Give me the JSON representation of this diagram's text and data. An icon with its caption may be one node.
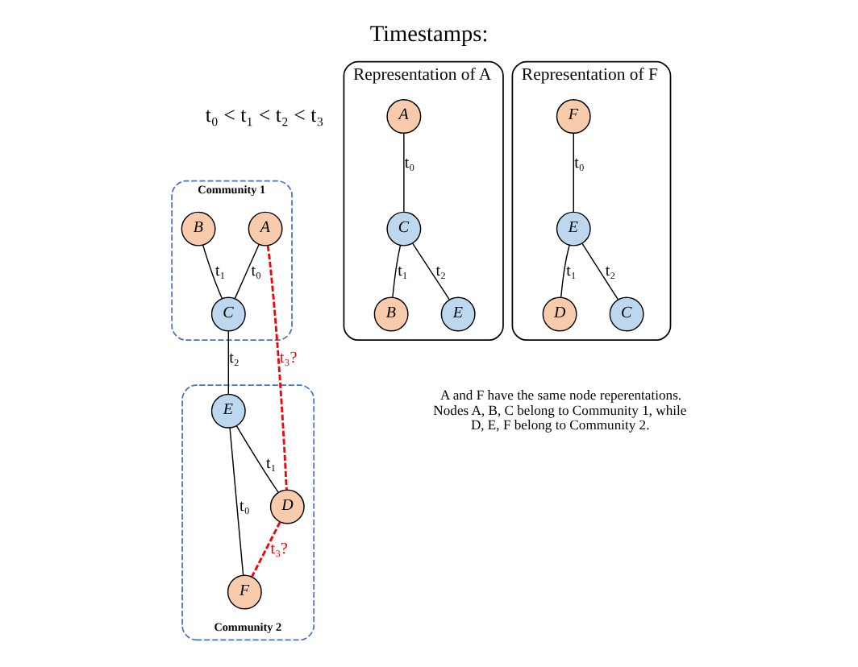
{
  "diagram": {
    "title": "Timestamps:",
    "nodes": [
      {
        "text": [
          "Community 1"
        ]
      },
      {
        "text": [
          "A"
        ],
        "in": 0
      },
      {
        "text": [
          "B"
        ],
        "in": 0
      },
      {
        "text": [
          "C"
        ],
        "in": 0
      },
      {
        "text": [
          "Community 2"
        ]
      },
      {
        "text": [
          "E"
        ],
        "in": 4
      },
      {
        "text": [
          "D"
        ],
        "in": 4
      },
      {
        "text": [
          "F"
        ],
        "in": 4
      },
      {
        "text": [
          "Representation of A"
        ]
      },
      {
        "text": [
          "A"
        ],
        "in": 8
      },
      {
        "text": [
          "C"
        ],
        "in": 8
      },
      {
        "text": [
          "E"
        ],
        "in": 8
      },
      {
        "text": [
          "B"
        ],
        "in": 8
      },
      {
        "text": [
          "Representation of F"
        ]
      },
      {
        "text": [
          "F"
        ],
        "in": 13
      },
      {
        "text": [
          "E"
        ],
        "in": 13
      },
      {
        "text": [
          "C"
        ],
        "in": 13
      },
      {
        "text": [
          "D"
        ],
        "in": 13
      }
    ],
    "edges": [
      {
        "from": 1,
        "to": 3,
        "arrow": "none",
        "label": "t₀"
      },
      {
        "from": 2,
        "to": 3,
        "arrow": "none",
        "label": "t₁"
      },
      {
        "from": 3,
        "to": 5,
        "arrow": "none",
        "label": "t₂"
      },
      {
        "from": 5,
        "to": 6,
        "arrow": "none",
        "label": "t₁"
      },
      {
        "from": 5,
        "to": 7,
        "arrow": "none",
        "label": "t₀"
      },
      {
        "from": 1,
        "to": 6,
        "arrow": "none",
        "label": "t₃?",
        "style": "dashed",
        "color": "#ff0000"
      },
      {
        "from": 6,
        "to": 7,
        "arrow": "none",
        "label": "t₃?",
        "style": "dashed",
        "color": "#ff0000"
      },
      {
        "from": 9,
        "to": 10,
        "arrow": "none",
        "label": "t₀"
      },
      {
        "from": 10,
        "to": 11,
        "arrow": "none",
        "label": "t₂"
      },
      {
        "from": 10,
        "to": 12,
        "arrow": "none",
        "label": "t₁"
      },
      {
        "from": 14,
        "to": 15,
        "arrow": "none",
        "label": "t₀"
      },
      {
        "from": 15,
        "to": 16,
        "arrow": "none",
        "label": "t₂"
      },
      {
        "from": 15,
        "to": 17,
        "arrow": "none",
        "label": "t₁"
      }
    ],
    "labels": [
      "t₀ < t₁ < t₂ < t₃",
      "A and F have the same node reperentations. Nodes A, B, C belong to Community 1, while D, E, F belong to Community 2."
    ]
  }
}
